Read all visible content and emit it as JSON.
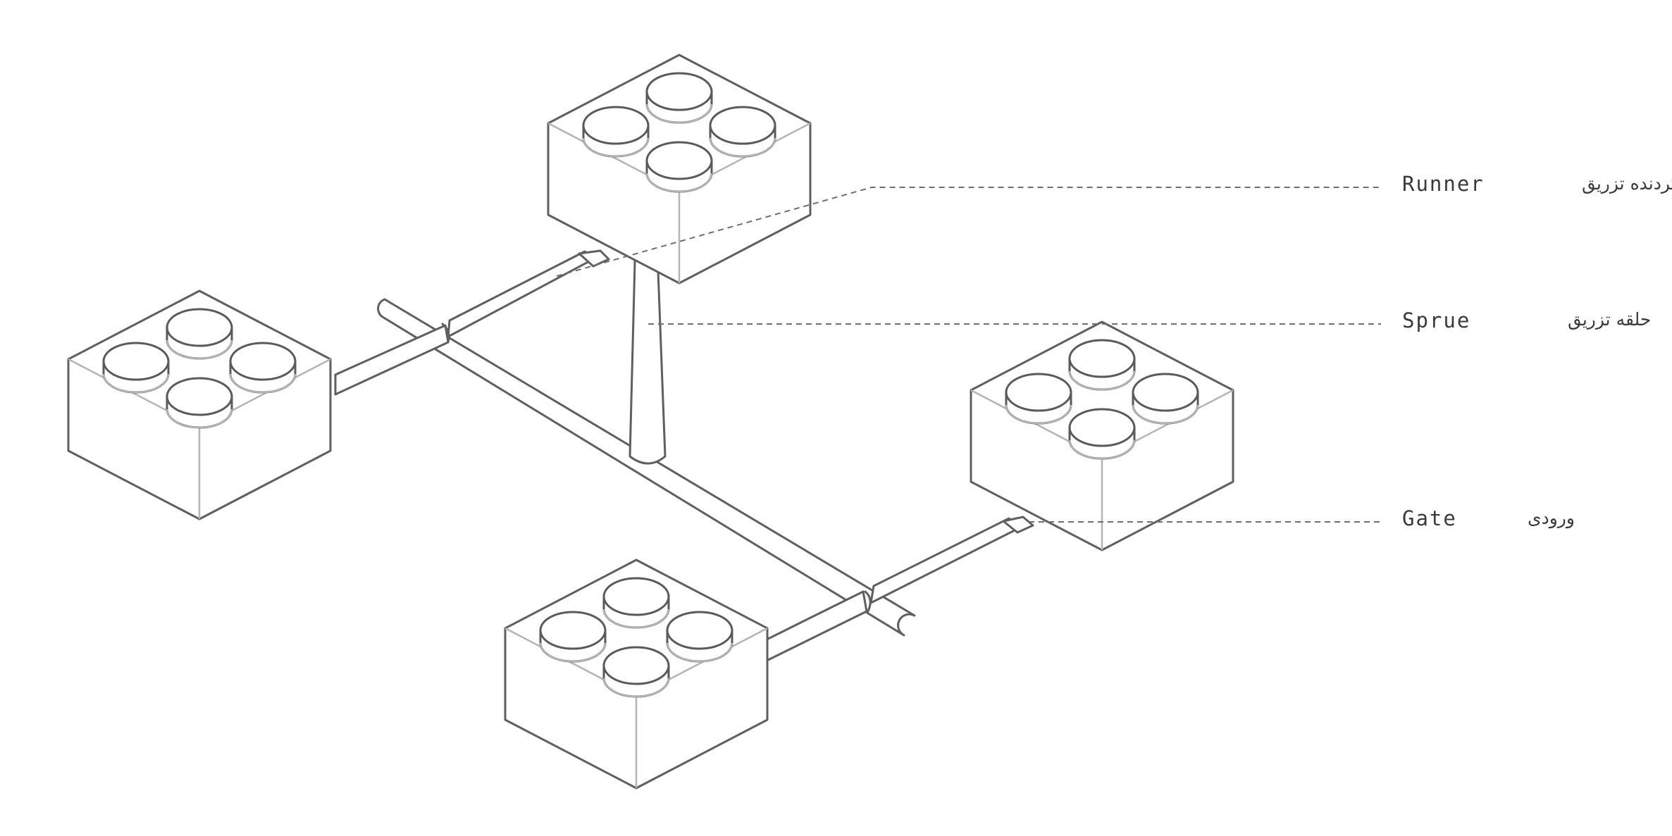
{
  "diagram": {
    "labels": [
      {
        "id": "runner",
        "en": "Runner",
        "fa": "گردنده تزریق"
      },
      {
        "id": "sprue",
        "en": "Sprue",
        "fa": "حلقه تزریق"
      },
      {
        "id": "gate",
        "en": "Gate",
        "fa": "ورودی"
      }
    ],
    "bricks": [
      {
        "id": "top",
        "studs": 4
      },
      {
        "id": "left",
        "studs": 4
      },
      {
        "id": "right",
        "studs": 4
      },
      {
        "id": "bottom",
        "studs": 4
      }
    ],
    "colors": {
      "stroke": "#5f5f5f",
      "inner_edge": "#b4b4b4",
      "leader": "#6f6f6f",
      "text": "#3a3a3a"
    }
  }
}
